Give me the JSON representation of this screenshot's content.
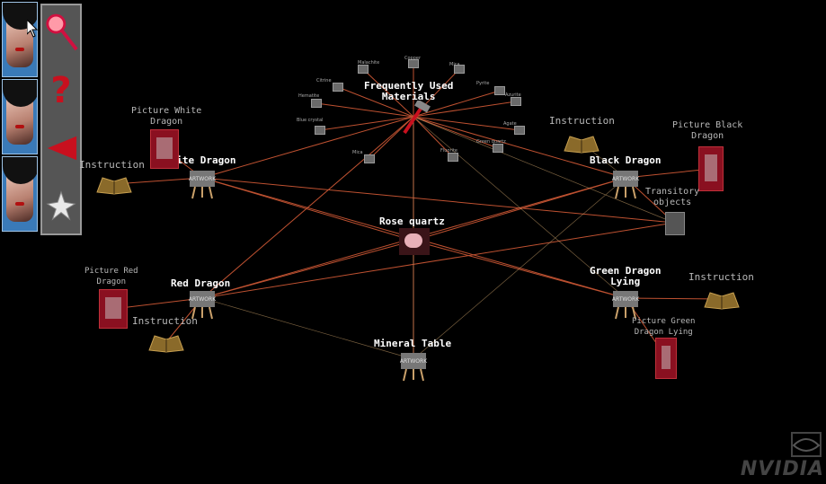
{
  "tools": {
    "thumbnails": [
      {
        "name": "portrait-1"
      },
      {
        "name": "portrait-2"
      },
      {
        "name": "portrait-3"
      }
    ],
    "buttons": [
      {
        "icon": "magnifier-icon"
      },
      {
        "icon": "help-icon",
        "glyph": "?"
      },
      {
        "icon": "back-arrow-icon"
      },
      {
        "icon": "star-icon"
      }
    ]
  },
  "nodes": {
    "frequently_used": {
      "line1": "Frequently Used",
      "line2": "Materials"
    },
    "rose_quartz": "Rose quartz",
    "white_dragon": "White Dragon",
    "black_dragon": "Black Dragon",
    "red_dragon": "Red Dragon",
    "green_dragon": {
      "line1": "Green Dragon",
      "line2": "Lying"
    },
    "mineral_table": "Mineral Table",
    "transitory": {
      "line1": "Transitory",
      "line2": "objects"
    },
    "picture_white": {
      "line1": "Picture White",
      "line2": "Dragon"
    },
    "picture_black": {
      "line1": "Picture Black",
      "line2": "Dragon"
    },
    "picture_red": {
      "line1": "Picture Red",
      "line2": "Dragon"
    },
    "picture_green": {
      "line1": "Picture Green",
      "line2": "Dragon Lying"
    },
    "instruction_label": "Instruction",
    "artwork_label": "ARTWORK"
  },
  "materials": [
    "Malachite",
    "Copper",
    "Mica",
    "Pyrite",
    "Azurite",
    "Agate",
    "Green quartz",
    "Fluorite",
    "Mica",
    "Blue crystal",
    "Hematite",
    "Citrine"
  ],
  "logo": {
    "text": "NVIDIA"
  },
  "colors": {
    "edge": "#e0603a",
    "edge_faint": "#c9a06a",
    "picture_red": "#8a1020",
    "tool_panel": "#555555"
  }
}
